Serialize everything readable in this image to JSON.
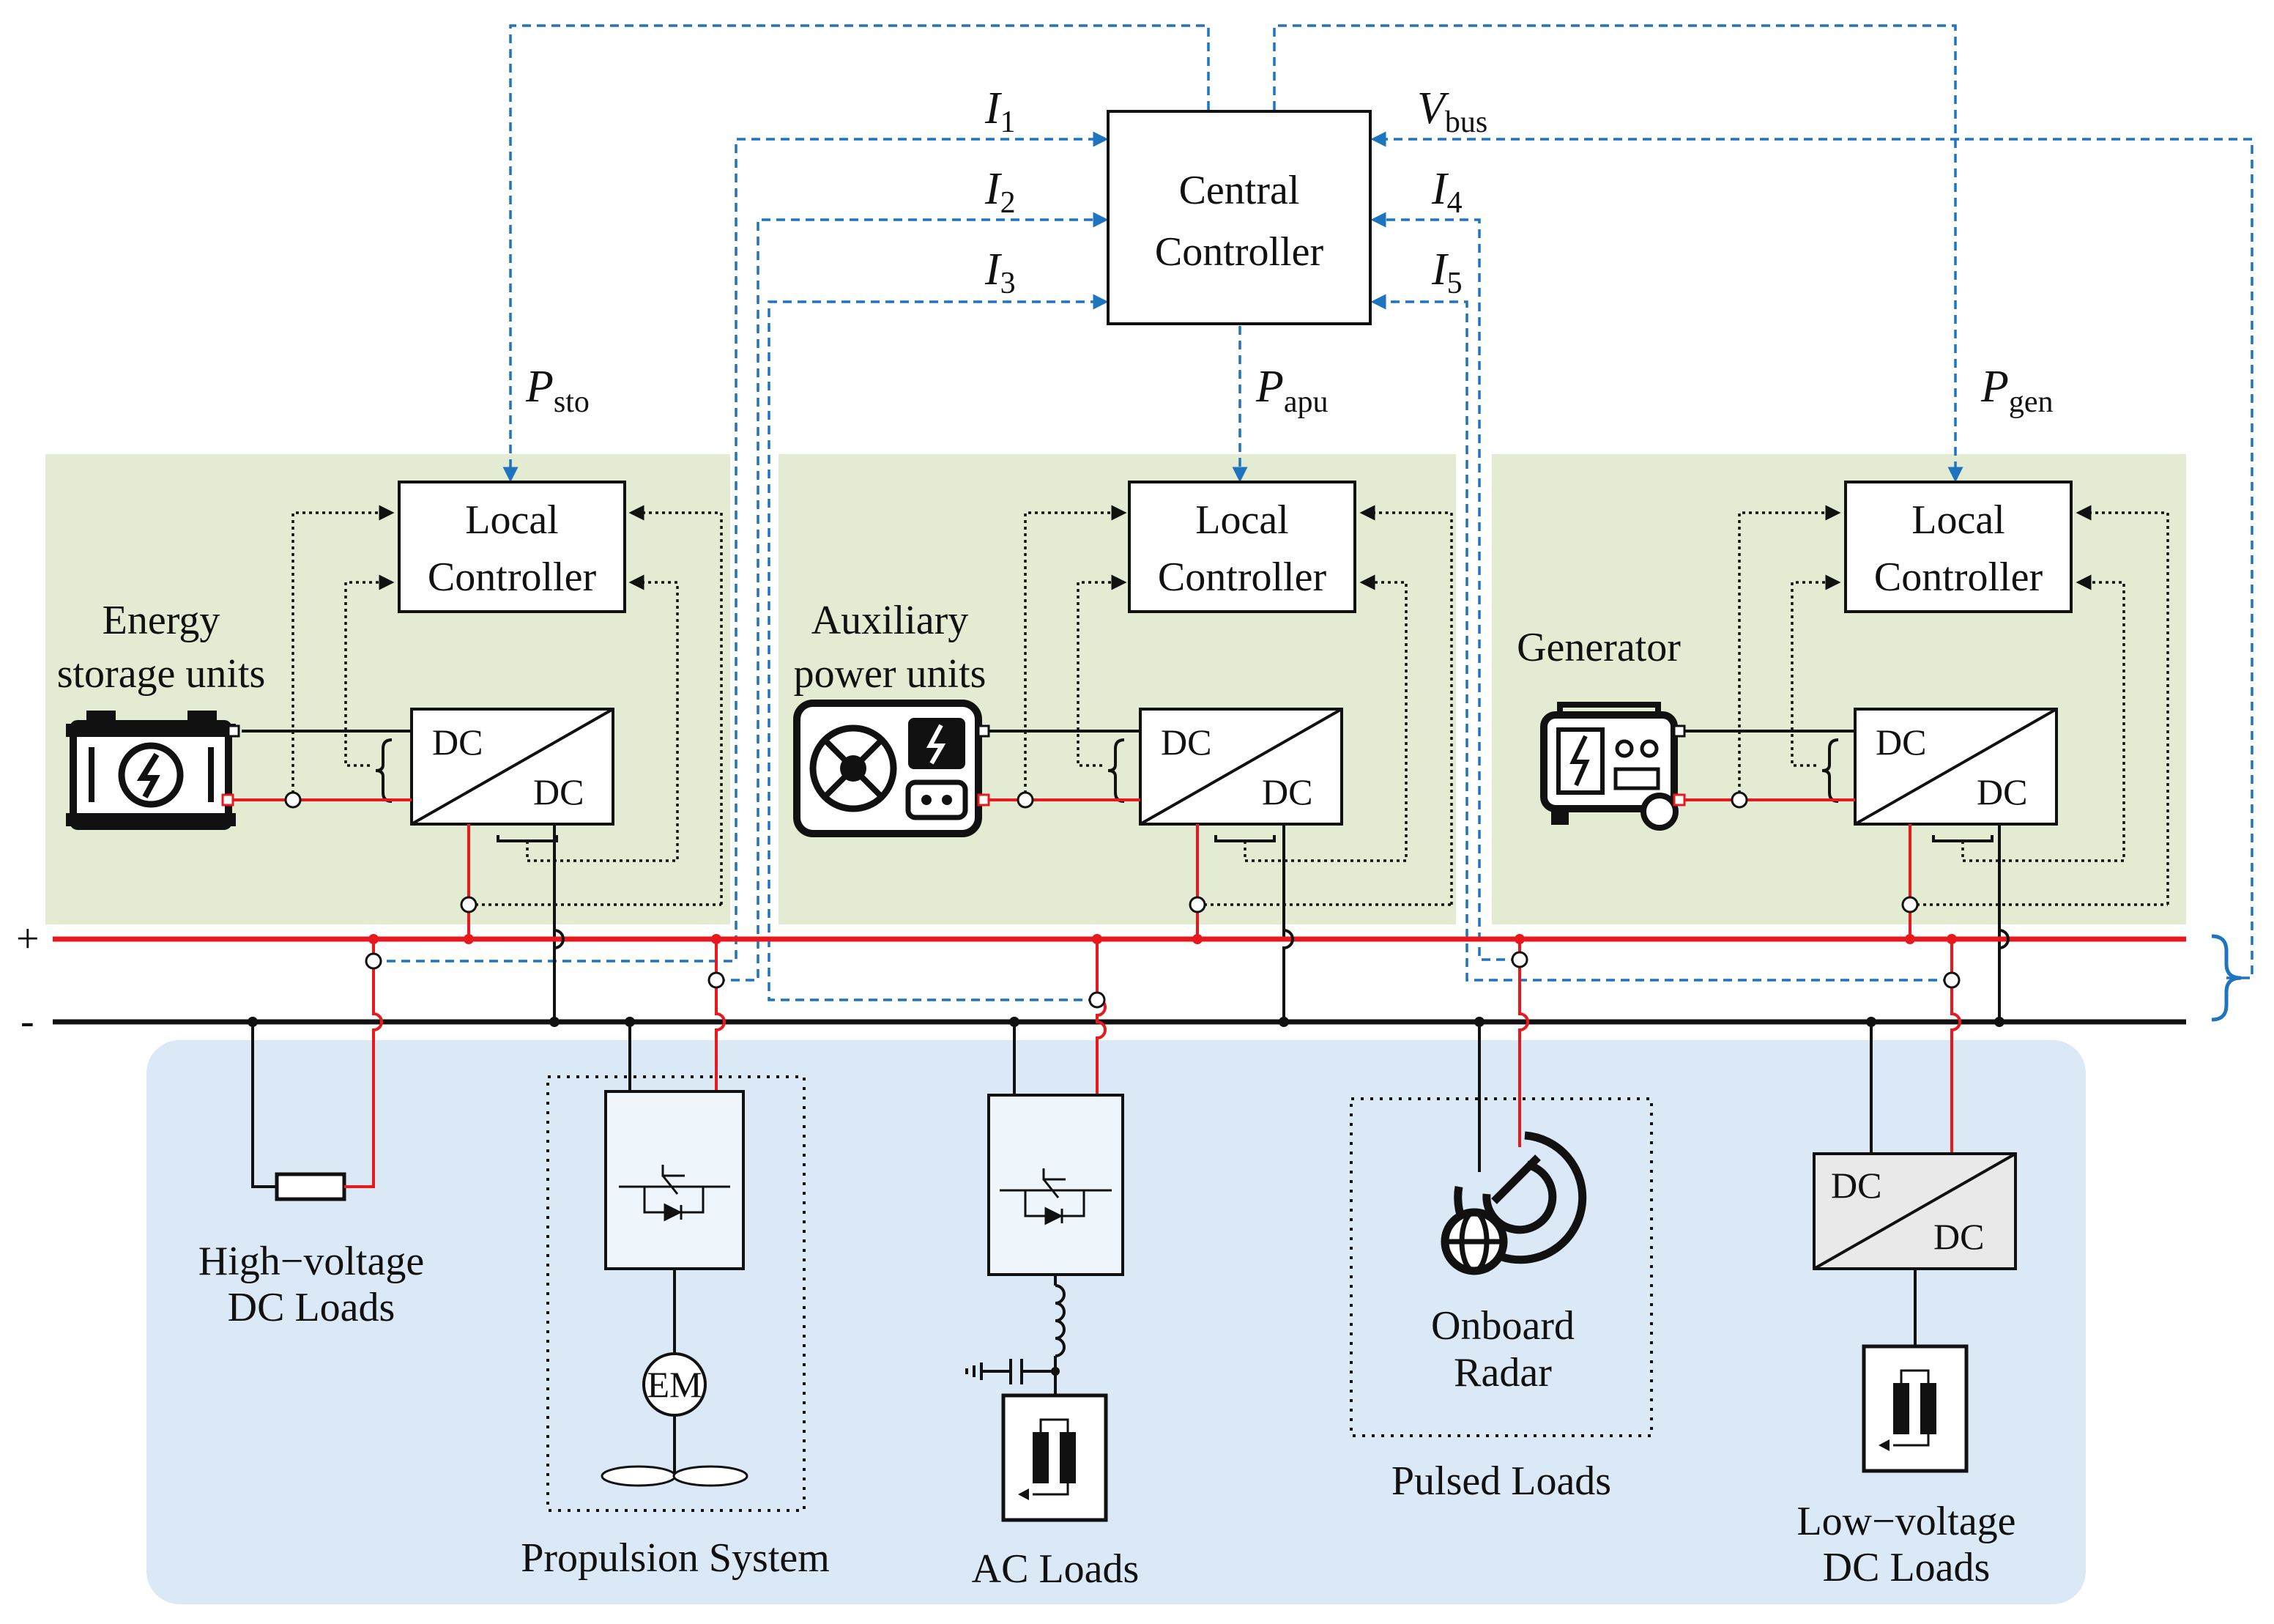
{
  "central": {
    "line1": "Central",
    "line2": "Controller"
  },
  "local": {
    "line1": "Local",
    "line2": "Controller"
  },
  "converter": {
    "in": "DC",
    "out": "DC"
  },
  "sources": {
    "storage": {
      "line1": "Energy",
      "line2": "storage units"
    },
    "apu": {
      "line1": "Auxiliary",
      "line2": "power units"
    },
    "gen": {
      "line1": "Generator"
    }
  },
  "signals": {
    "I1": {
      "main": "I",
      "sub": "1"
    },
    "I2": {
      "main": "I",
      "sub": "2"
    },
    "I3": {
      "main": "I",
      "sub": "3"
    },
    "I4": {
      "main": "I",
      "sub": "4"
    },
    "I5": {
      "main": "I",
      "sub": "5"
    },
    "Vbus": {
      "main": "V",
      "sub": "bus"
    },
    "Psto": {
      "main": "P",
      "sub": "sto"
    },
    "Papu": {
      "main": "P",
      "sub": "apu"
    },
    "Pgen": {
      "main": "P",
      "sub": "gen"
    }
  },
  "bus": {
    "plus": "+",
    "minus": "-"
  },
  "loads": {
    "hv": {
      "line1": "High−voltage",
      "line2": "DC Loads"
    },
    "prop": "Propulsion System",
    "motor": "EM",
    "ac": "AC Loads",
    "radar": {
      "line1": "Onboard",
      "line2": "Radar"
    },
    "pulsed": "Pulsed Loads",
    "lv": {
      "line1": "Low−voltage",
      "line2": "DC Loads"
    }
  },
  "colors": {
    "source_panel": "#e3ebd3",
    "load_panel": "#dbe8f5",
    "positive_bus": "#e8191c",
    "signal": "#1f74c0"
  }
}
